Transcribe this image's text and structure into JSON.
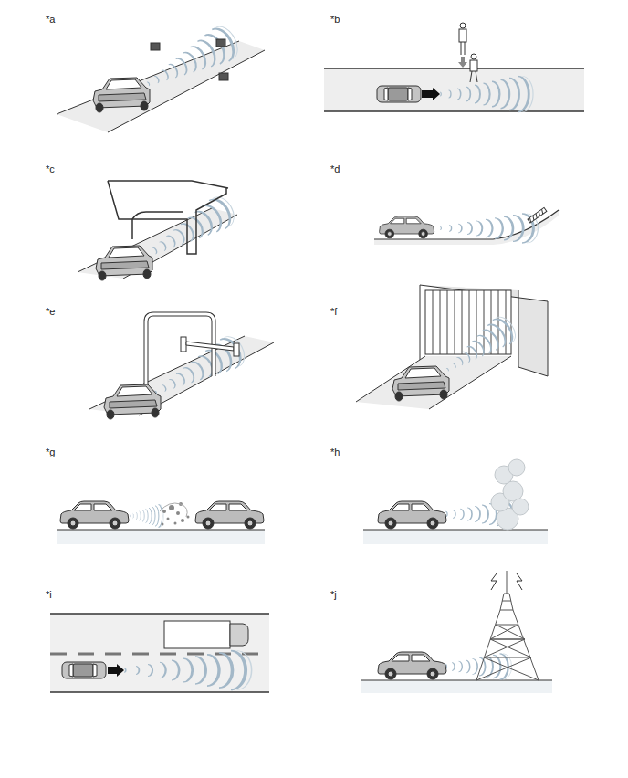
{
  "diagram": {
    "labels": [
      "*a",
      "*b",
      "*c",
      "*d",
      "*e",
      "*f",
      "*g",
      "*h",
      "*i",
      "*j"
    ]
  }
}
